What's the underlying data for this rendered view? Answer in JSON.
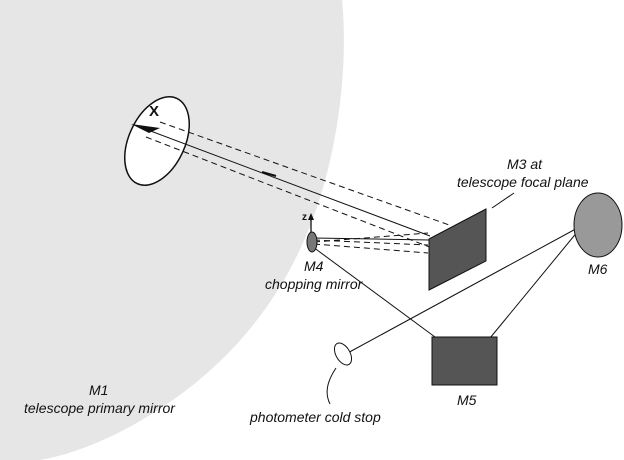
{
  "labels": {
    "m1_name": "M1",
    "m1_desc": "telescope primary mirror",
    "m3_line1": "M3 at",
    "m3_line2": "telescope focal plane",
    "m4_name": "M4",
    "m4_desc": "chopping mirror",
    "m5_name": "M5",
    "m6_name": "M6",
    "cold_stop": "photometer cold stop",
    "source_marker": "X",
    "z_axis": "z"
  },
  "colors": {
    "primary_mirror_fill": "#e6e6e6",
    "dark_mirror_fill": "#555555",
    "m6_fill": "#999999",
    "line_color": "#111111"
  }
}
